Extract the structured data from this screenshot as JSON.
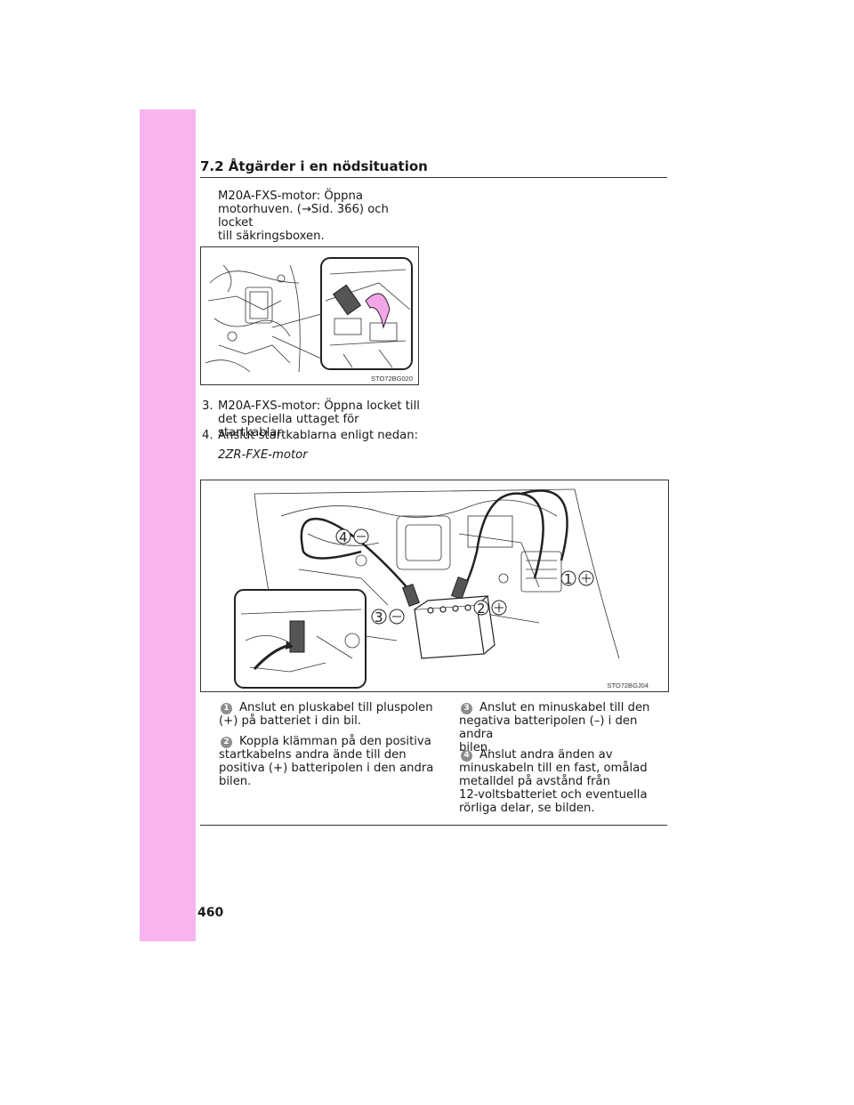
{
  "page": {
    "section_header": "7.2  Åtgärder i en nödsituation",
    "page_number": "460"
  },
  "intro": {
    "line1": "M20A-FXS-motor: Öppna",
    "line2": "motorhuven. (→Sid. 366) och locket",
    "line3": "till säkringsboxen."
  },
  "figure1": {
    "code": "STO72BG020"
  },
  "steps": [
    {
      "num": "3.",
      "line1": "M20A-FXS-motor: Öppna locket till",
      "line2": "det speciella uttaget för startkablar."
    },
    {
      "num": "4.",
      "line1": "Anslut startkablarna enligt nedan:"
    }
  ],
  "subheading": "2ZR-FXE-motor",
  "figure2": {
    "code": "STO72BGJ04",
    "callouts": [
      {
        "num": "1",
        "sign": "+"
      },
      {
        "num": "2",
        "sign": "+"
      },
      {
        "num": "3",
        "sign": "–"
      },
      {
        "num": "4",
        "sign": "–"
      }
    ]
  },
  "instructions": [
    {
      "num": "1",
      "line1": "Anslut en pluskabel till pluspolen",
      "line2": "(+) på batteriet i din bil."
    },
    {
      "num": "2",
      "line1": "Koppla klämman på den positiva",
      "line2": "startkabelns andra ände till den",
      "line3": "positiva (+) batteripolen i den andra",
      "line4": "bilen."
    },
    {
      "num": "3",
      "line1": "Anslut en minuskabel till den",
      "line2": "negativa batteripolen (–) i den andra",
      "line3": "bilen."
    },
    {
      "num": "4",
      "line1": "Anslut andra änden av",
      "line2": "minuskabeln till en fast, omålad",
      "line3": "metalldel på avstånd från",
      "line4": "12-voltsbatteriet och eventuella",
      "line5": "rörliga delar, se bilden."
    }
  ]
}
